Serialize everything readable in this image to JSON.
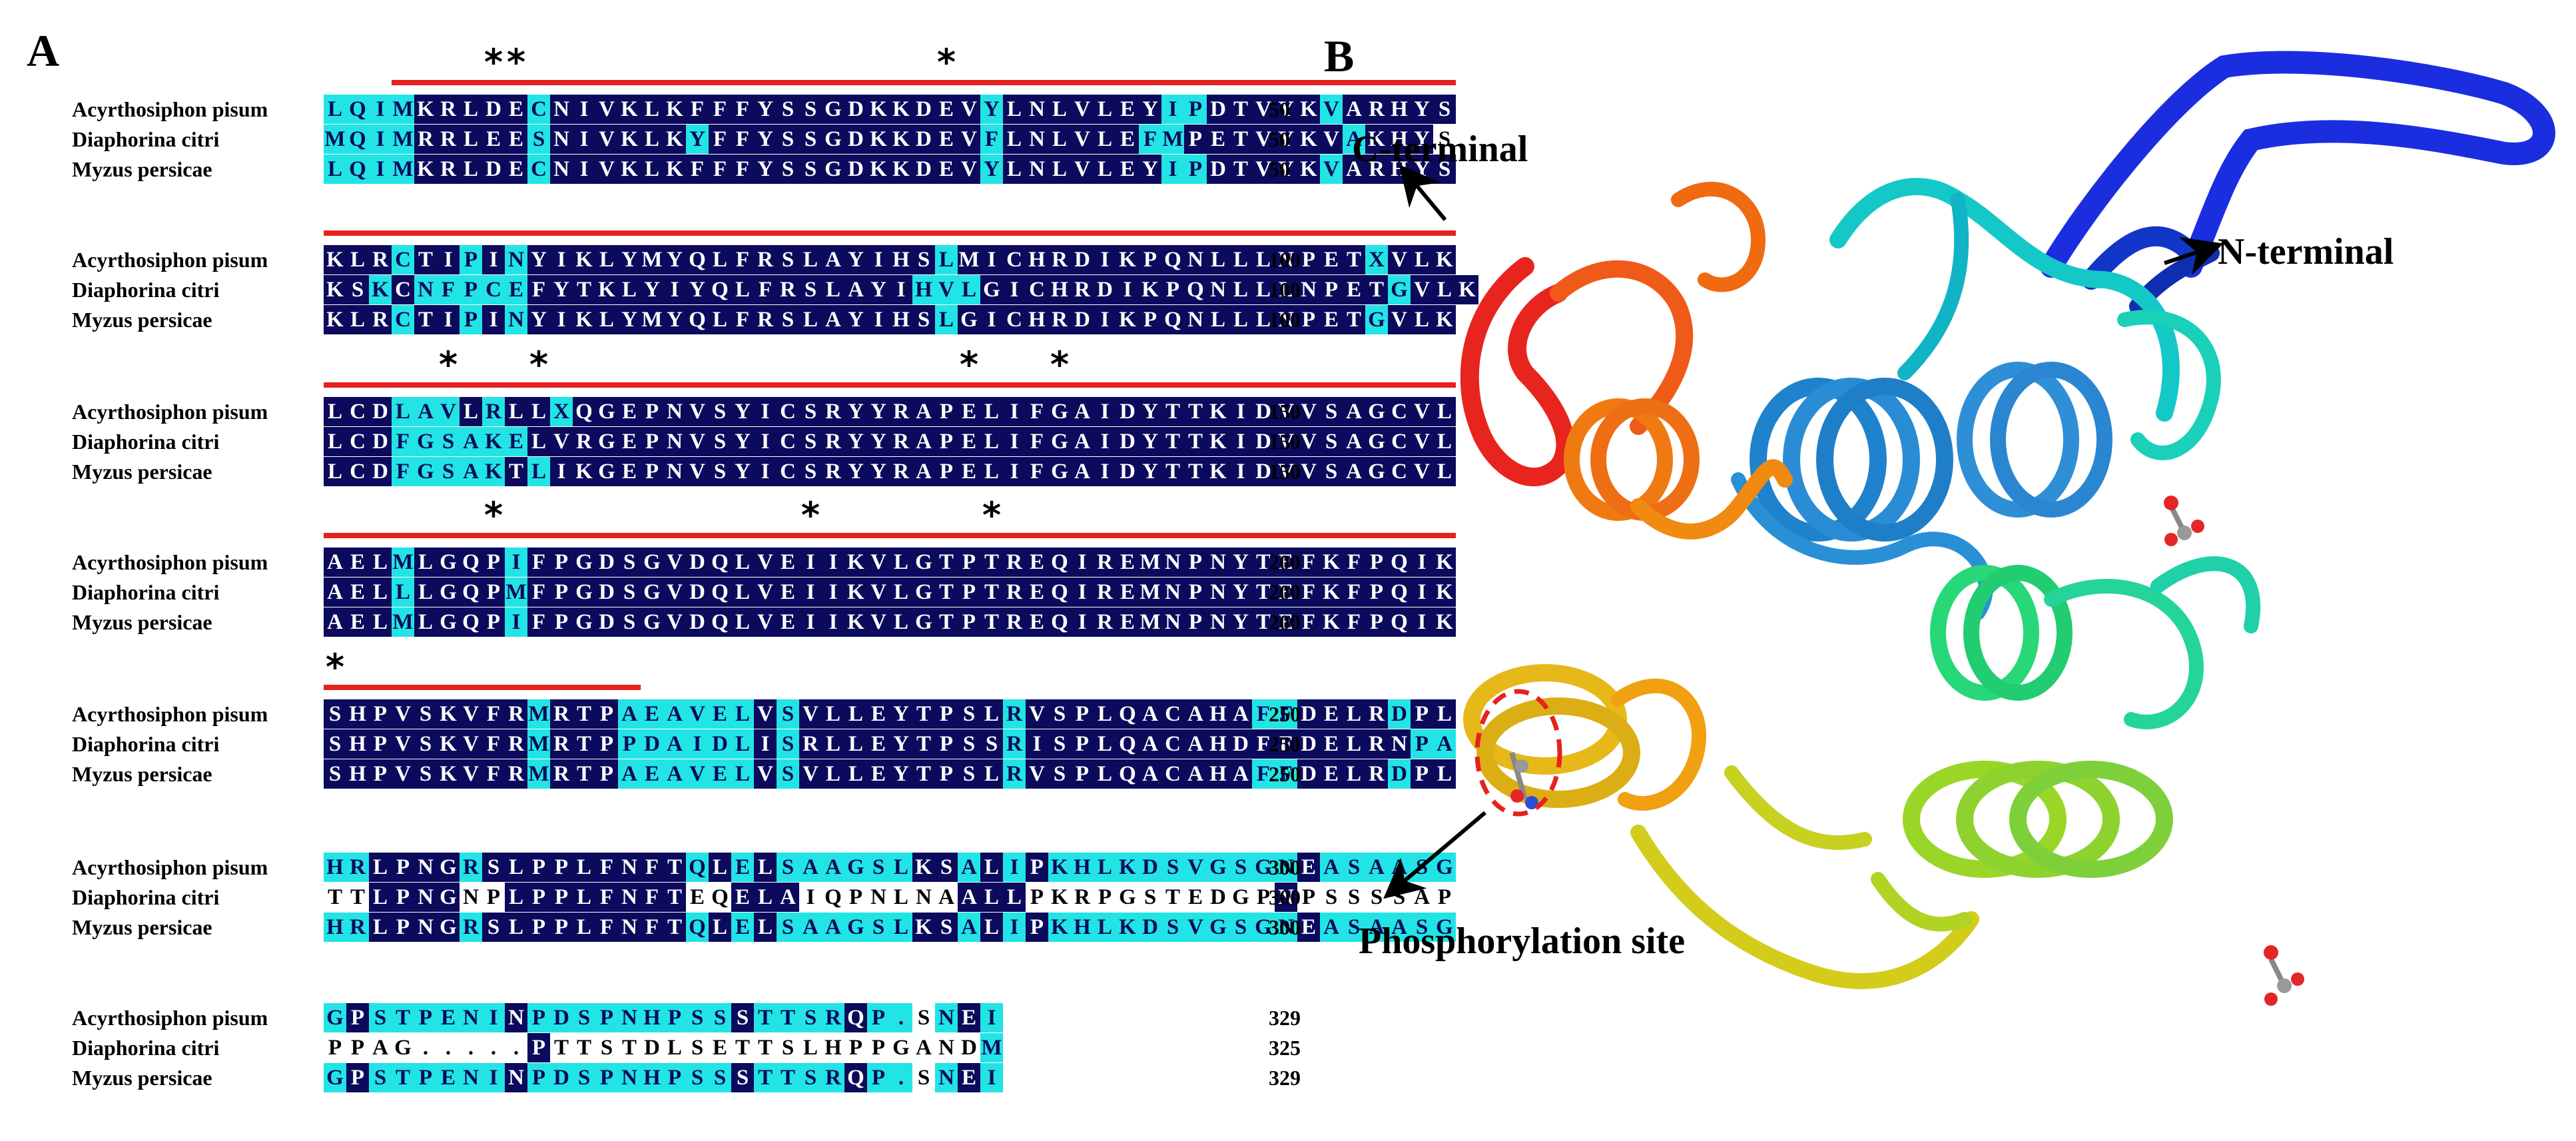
{
  "panels": {
    "a": "A",
    "b": "B"
  },
  "alignment": {
    "blocks": [
      {
        "stars": "***",
        "star_pos": "  ** ** *",
        "rows": [
          {
            "species": "Acyrthosiphon pisum",
            "seq": "LQIMKRLDECNIVKLKFFFYSSGDKKDEVYLNLVLEYIPDTVYKVARHYS",
            "classes": "ccccdddddcdddddddddddddddddddcdddddddccdddddcddddd",
            "end": "50"
          },
          {
            "species": "Diaphorina citri",
            "seq": "MQIMRRLEESNIVKLKYFFYSSGDKKDEVFLNLVLEFMPETVYKVAKHYS",
            "classes": "ccccdddddcddddddcddddddddddddcddddddccdddddddcddd",
            "end": "50"
          },
          {
            "species": "Myzus persicae",
            "seq": "LQIMKRLDECNIVKLKFFFYSSGDKKDEVYLNLVLEYIPDTVYKVARHYS",
            "classes": "ccccdddddcdddddddddddddddddddcdddddddccdddddcddddd",
            "end": "50"
          }
        ]
      },
      {
        "stars": "",
        "star_pos": "",
        "rows": [
          {
            "species": "Acyrthosiphon pisum",
            "seq": "KLRCTIPINYIKLYMYQLFRSLAYIHSLMICHRDIKPQNLLLNPETXVLK",
            "classes": "dddcddcdcddddddddddddddddddcddddddddddddddddddcddd",
            "end": "100"
          },
          {
            "species": "Diaphorina citri",
            "seq": "KSKCNFPCEFYTKLYIYQLFRSLAYIHVLGICHRDIKPQNLLLNPETGVLK",
            "classes": "ddcdcccccdddddddddddddddddcccddddddddddddddddddcddd",
            "end": "100"
          },
          {
            "species": "Myzus persicae",
            "seq": "KLRCTIPINYIKLYMYQLFRSLAYIHSLGICHRDIKPQNLLLNPETGVLK",
            "classes": "dddcddcdcddddddddddddddddddcddddddddddddddddddcddd",
            "end": "100"
          }
        ]
      },
      {
        "stars": "****",
        "rows": [
          {
            "species": "Acyrthosiphon pisum",
            "seq": "LCDLAVLRLLXQGEPNVSYICSRYYRAPELIFGAIDYTTKIDVVSAGCVL",
            "classes": "dddcccdcddcddddddddddddddddddddddddddddddddddddddd",
            "end": "150"
          },
          {
            "species": "Diaphorina citri",
            "seq": "LCDFGSAKELVRGEPNVSYICSRYYRAPELIFGAIDYTTKIDVVSAGCVL",
            "classes": "dddccccccddddddddddddddddddddddddddddddddddddddddd",
            "end": "150"
          },
          {
            "species": "Myzus persicae",
            "seq": "LCDFGSAKTLIKGEPNVSYICSRYYRAPELIFGAIDYTTKIDVVSAGCVL",
            "classes": "dddcccccdcdddddddddddddddddddddddddddddddddddddddd",
            "end": "150"
          }
        ]
      },
      {
        "stars": "***",
        "rows": [
          {
            "species": "Acyrthosiphon pisum",
            "seq": "AELMLGQPIFPGDSGVDQLVEIIKVLGTPTREQIREMNPNYTEFKFPQIK",
            "classes": "dddcddddcddddddddddddddddddddddddddddddddddddddddd",
            "end": "200"
          },
          {
            "species": "Diaphorina citri",
            "seq": "AELLLGQPMFPGDSGVDQLVEIIKVLGTPTREQIREMNPNYTEFKFPQIK",
            "classes": "dddcddddcddddddddddddddddddddddddddddddddddddddddd",
            "end": "200"
          },
          {
            "species": "Myzus persicae",
            "seq": "AELMLGQPIFPGDSGVDQLVEIIKVLGTPTREQIREMNPNYTEFKFPQIK",
            "classes": "dddcddddcddddddddddddddddddddddddddddddddddddddddd",
            "end": "200"
          }
        ]
      },
      {
        "stars": "*",
        "rows": [
          {
            "species": "Acyrthosiphon pisum",
            "seq": "SHPVSKVFRMRTPAEAVELVSVLLEYTPSLRVSPLQACAHAFFDELRDPL",
            "classes": "dddddddddcdddccccccdcdddddddddcddddddddddccddddcdd",
            "end": "250"
          },
          {
            "species": "Diaphorina citri",
            "seq": "SHPVSKVFRMRTPPDAIDLISRLLEYTPSSRISPLQACAHDFFDELRNPA",
            "classes": "dddddddddcdddccccccdcdddddddddcdddddddddddddddddccd",
            "end": "250"
          },
          {
            "species": "Myzus persicae",
            "seq": "SHPVSKVFRMRTPAEAVELVSVLLEYTPSLRVSPLQACAHAFFDELRDPL",
            "classes": "dddddddddcdddccccccdcdddddddddcddddddddddccddddcdd",
            "end": "250"
          }
        ]
      },
      {
        "stars": "",
        "rows": [
          {
            "species": "Acyrthosiphon pisum",
            "seq": "HRLPNGRSLPPLFNFTQLELSAAGSLKSALIPKHLKDSVGSGNEASAASG",
            "classes": "ccddddcdddddddddcdcdccccccddcdcdcccccccccccdccccccc",
            "end": "300"
          },
          {
            "species": "Diaphorina citri",
            "seq": "TTLPNGNPLPPLFNFTEQELAIQPNLNAALLPKRPGSTEDGPNPSSSSAP",
            "classes": "nnddddnnddddddddnndddnnnnnnndddnnnnnnnnnnndnnnnnnn",
            "end": "300"
          },
          {
            "species": "Myzus persicae",
            "seq": "HRLPNGRSLPPLFNFTQLELSAAGSLKSALIPKHLKDSVGSGNEASAASG",
            "classes": "ccddddcdddddddddcdcdccccccddcdcdcccccccccccdccccccc",
            "end": "300"
          }
        ]
      },
      {
        "stars": "",
        "rows": [
          {
            "species": "Acyrthosiphon pisum",
            "seq": "GPSTPENINPDSPNHPSSSTTSRQP.SNEI",
            "classes": "cdccccccdcccccccccdccccdccncdcc",
            "end": "329"
          },
          {
            "species": "Diaphorina citri",
            "seq": "PPAG.....PTTSTDLSETTSLHPPGANDM",
            "classes": "nnnnnnnnndnnnnnnnnnnnnnnnnnnncc",
            "end": "325"
          },
          {
            "species": "Myzus persicae",
            "seq": "GPSTPENINPDSPNHPSSSTTSRQP.SNEI",
            "classes": "cdccccccdcccccccccdccccdccncdcc",
            "end": "329"
          }
        ]
      }
    ]
  },
  "structure": {
    "c_terminal": "C-terminal",
    "n_terminal": "N-terminal",
    "phospho_site": "Phosphorylation site"
  },
  "colors": {
    "dark": "#0b0a5c",
    "cyan": "#22e4e4",
    "red": "#e5221f"
  }
}
